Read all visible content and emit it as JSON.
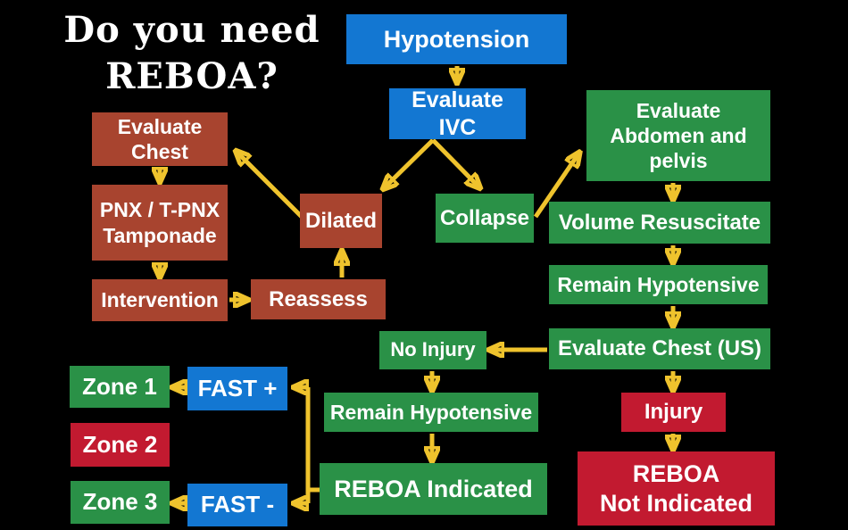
{
  "title": "Do you need\nREBOA?",
  "colors": {
    "background": "#000000",
    "blue": "#1377D2",
    "green": "#2A9147",
    "brick": "#A8442F",
    "crimson": "#C21A30",
    "arrow": "#EFC32D",
    "text": "#FFFFFF"
  },
  "nodes": {
    "hypotension": "Hypotension",
    "evaluate_ivc": "Evaluate IVC",
    "evaluate_chest": "Evaluate\nChest",
    "pnx_tamponade": "PNX / T-PNX\nTamponade",
    "intervention": "Intervention",
    "reassess": "Reassess",
    "dilated": "Dilated",
    "collapse": "Collapse",
    "evaluate_abdomen": "Evaluate\nAbdomen and\npelvis",
    "volume_resuscitate": "Volume Resuscitate",
    "remain_hypotensive_right": "Remain Hypotensive",
    "evaluate_chest_us": "Evaluate Chest (US)",
    "injury": "Injury",
    "reboa_not_indicated": "REBOA\nNot Indicated",
    "no_injury": "No Injury",
    "remain_hypotensive_mid": "Remain Hypotensive",
    "reboa_indicated": "REBOA Indicated",
    "zone1": "Zone 1",
    "zone2": "Zone 2",
    "zone3": "Zone 3",
    "fast_plus": "FAST +",
    "fast_minus": "FAST -"
  },
  "edges": [
    {
      "from": "Hypotension",
      "to": "Evaluate IVC"
    },
    {
      "from": "Evaluate IVC",
      "to": "Dilated"
    },
    {
      "from": "Evaluate IVC",
      "to": "Collapse"
    },
    {
      "from": "Dilated",
      "to": "Evaluate Chest"
    },
    {
      "from": "Evaluate Chest",
      "to": "PNX / T-PNX Tamponade"
    },
    {
      "from": "PNX / T-PNX Tamponade",
      "to": "Intervention"
    },
    {
      "from": "Intervention",
      "to": "Reassess"
    },
    {
      "from": "Reassess",
      "to": "Dilated"
    },
    {
      "from": "Collapse",
      "to": "Evaluate Abdomen and pelvis"
    },
    {
      "from": "Evaluate Abdomen and pelvis",
      "to": "Volume Resuscitate"
    },
    {
      "from": "Volume Resuscitate",
      "to": "Remain Hypotensive"
    },
    {
      "from": "Remain Hypotensive",
      "to": "Evaluate Chest (US)"
    },
    {
      "from": "Evaluate Chest (US)",
      "to": "No Injury"
    },
    {
      "from": "Evaluate Chest (US)",
      "to": "Injury"
    },
    {
      "from": "Injury",
      "to": "REBOA Not Indicated"
    },
    {
      "from": "No Injury",
      "to": "Remain Hypotensive"
    },
    {
      "from": "Remain Hypotensive",
      "to": "REBOA Indicated"
    },
    {
      "from": "REBOA Indicated",
      "to": "FAST +"
    },
    {
      "from": "REBOA Indicated",
      "to": "FAST -"
    },
    {
      "from": "FAST +",
      "to": "Zone 1"
    },
    {
      "from": "FAST -",
      "to": "Zone 3"
    }
  ]
}
